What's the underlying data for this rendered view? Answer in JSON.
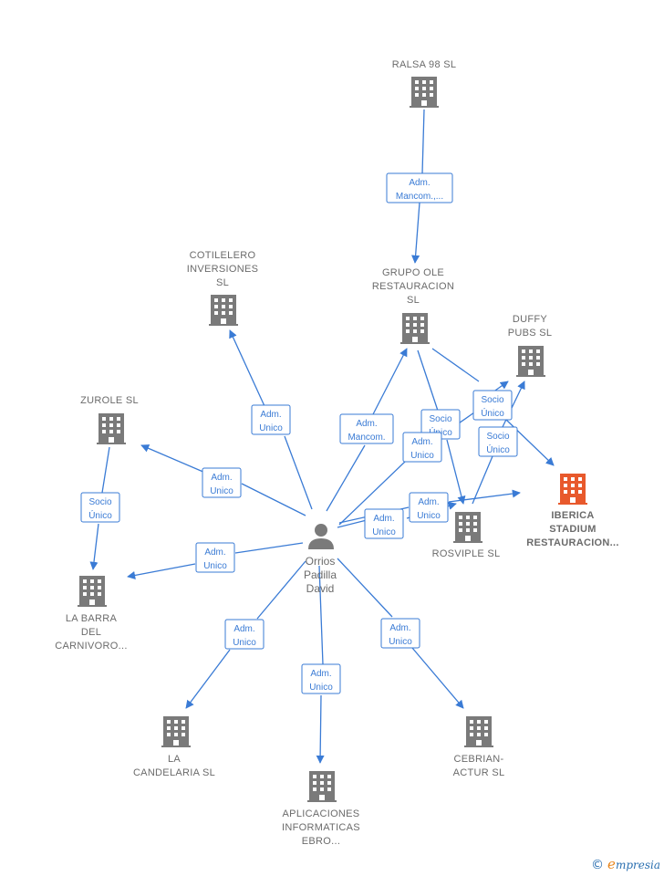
{
  "colors": {
    "edge": "#3a7bd5",
    "building": "#7a7a7a",
    "building_main": "#e8592c",
    "person": "#7a7a7a"
  },
  "person": {
    "lines": [
      "Orrios",
      "Padilla",
      "David"
    ]
  },
  "companies": [
    {
      "id": "ralsa",
      "lines": [
        "RALSA 98 SL"
      ]
    },
    {
      "id": "grupo",
      "lines": [
        "GRUPO OLE",
        "RESTAURACION",
        "SL"
      ]
    },
    {
      "id": "cotilelero",
      "lines": [
        "COTILELERO",
        "INVERSIONES",
        "SL"
      ]
    },
    {
      "id": "duffy",
      "lines": [
        "DUFFY",
        "PUBS  SL"
      ]
    },
    {
      "id": "zurole",
      "lines": [
        "ZUROLE  SL"
      ]
    },
    {
      "id": "iberica",
      "lines": [
        "IBERICA",
        "STADIUM",
        "RESTAURACION..."
      ],
      "main": true
    },
    {
      "id": "rosviple",
      "lines": [
        "ROSVIPLE SL"
      ]
    },
    {
      "id": "barra",
      "lines": [
        "LA BARRA",
        "DEL",
        "CARNIVORO..."
      ]
    },
    {
      "id": "candelaria",
      "lines": [
        "LA",
        "CANDELARIA SL"
      ]
    },
    {
      "id": "aplicaciones",
      "lines": [
        "APLICACIONES",
        "INFORMATICAS",
        "EBRO..."
      ]
    },
    {
      "id": "cebrian",
      "lines": [
        "CEBRIAN-",
        "ACTUR SL"
      ]
    }
  ],
  "relations": [
    {
      "id": "r1",
      "lines": [
        "Adm.",
        "Mancom.,..."
      ]
    },
    {
      "id": "r2",
      "lines": [
        "Adm.",
        "Unico"
      ]
    },
    {
      "id": "r3",
      "lines": [
        "Adm.",
        "Mancom."
      ]
    },
    {
      "id": "r4",
      "lines": [
        "Socio",
        "Único"
      ]
    },
    {
      "id": "r5",
      "lines": [
        "Socio",
        "Único"
      ]
    },
    {
      "id": "r6",
      "lines": [
        "Adm.",
        "Unico"
      ]
    },
    {
      "id": "r7",
      "lines": [
        "Socio",
        "Único"
      ]
    },
    {
      "id": "r8",
      "lines": [
        "Adm.",
        "Unico"
      ]
    },
    {
      "id": "r9",
      "lines": [
        "Socio",
        "Único"
      ]
    },
    {
      "id": "r10",
      "lines": [
        "Adm.",
        "Unico"
      ]
    },
    {
      "id": "r11",
      "lines": [
        "Adm.",
        "Unico"
      ]
    },
    {
      "id": "r12",
      "lines": [
        "Adm.",
        "Unico"
      ]
    },
    {
      "id": "r13",
      "lines": [
        "Adm.",
        "Unico"
      ]
    },
    {
      "id": "r14",
      "lines": [
        "Adm.",
        "Unico"
      ]
    },
    {
      "id": "r15",
      "lines": [
        "Adm.",
        "Unico"
      ]
    }
  ],
  "footer": {
    "copyright": "©",
    "brand_e": "e",
    "brand_rest": "mpresia"
  }
}
